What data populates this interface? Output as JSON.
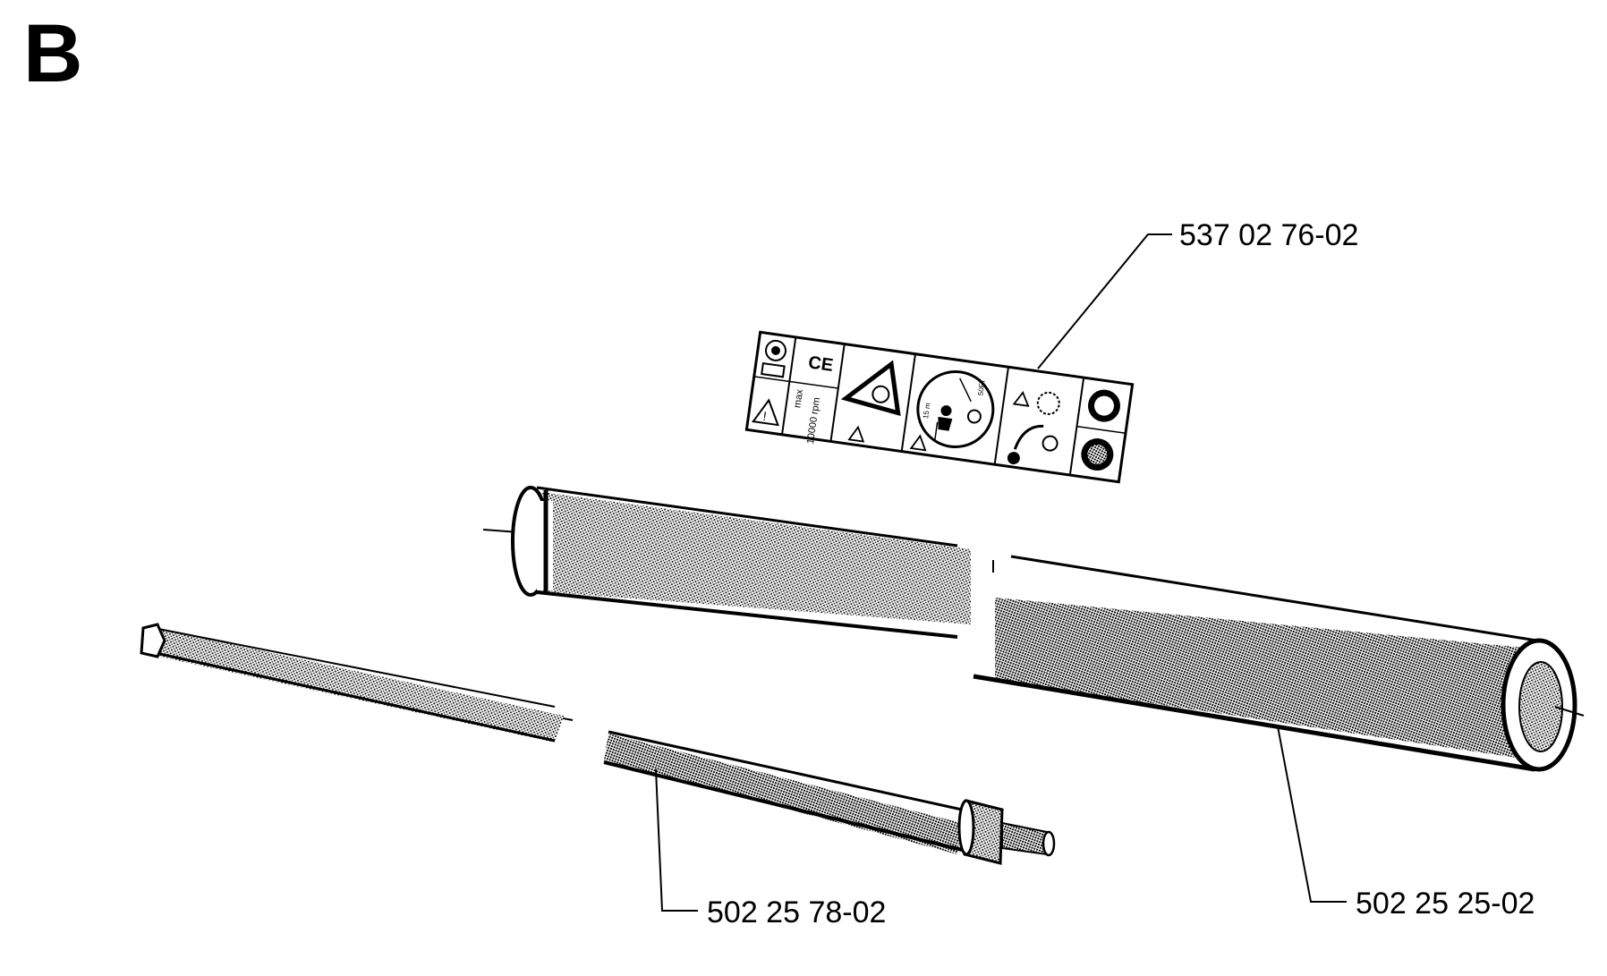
{
  "section": {
    "letter": "B"
  },
  "parts": [
    {
      "id": "decal",
      "number": "537 02 76-02"
    },
    {
      "id": "drive-shaft",
      "number": "502 25 78-02"
    },
    {
      "id": "shaft-tube",
      "number": "502 25 25-02"
    }
  ],
  "decal": {
    "texts": [
      "CE",
      "max",
      "10000 rpm",
      "15 m",
      "50FT"
    ]
  },
  "colors": {
    "ink": "#000000",
    "paper": "#ffffff",
    "hatch": "#555555"
  }
}
